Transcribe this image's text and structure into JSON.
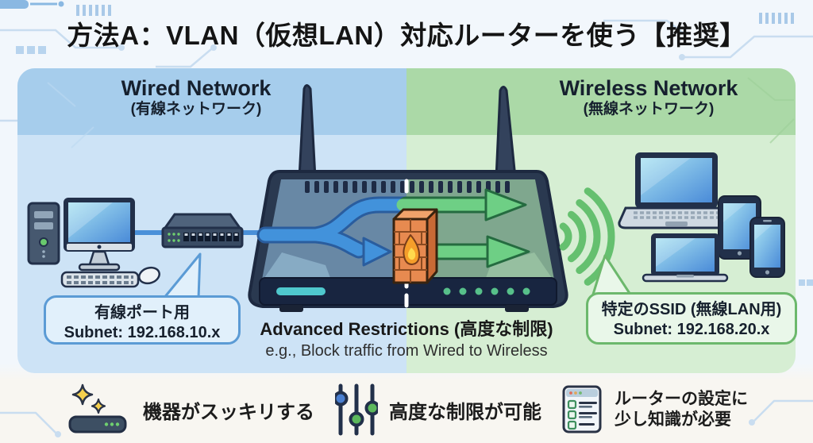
{
  "title": "方法A：VLAN（仮想LAN）対応ルーターを使う【推奨】",
  "panels": {
    "wired": {
      "title_en": "Wired Network",
      "title_ja": "(有線ネットワーク)"
    },
    "wireless": {
      "title_en": "Wireless Network",
      "title_ja": "(無線ネットワーク)"
    }
  },
  "callouts": {
    "wired": {
      "line1": "有線ポート用",
      "line2": "Subnet: 192.168.10.x"
    },
    "wireless": {
      "line1": "特定のSSID (無線LAN用)",
      "line2": "Subnet: 192.168.20.x"
    }
  },
  "restrictions": {
    "line1": "Advanced Restrictions (高度な制限)",
    "line2": "e.g., Block traffic from Wired to Wireless"
  },
  "benefits": [
    {
      "icon": "sparkles-device-icon",
      "label": "機器がスッキリする"
    },
    {
      "icon": "sliders-icon",
      "label": "高度な制限が可能"
    },
    {
      "icon": "settings-window-icon",
      "line1": "ルーターの設定に",
      "line2": "少し知識が必要"
    }
  ],
  "colors": {
    "wired_accent": "#4a90d9",
    "wireless_accent": "#6ecf85",
    "panel_wired_bg": "#cde3f6",
    "panel_wired_header": "#a6cdec",
    "panel_wireless_bg": "#d6eed3",
    "panel_wireless_header": "#abd9a7",
    "router_body": "#2a3950",
    "firewall_brick": "#e78a50",
    "led_green": "#57c08a",
    "status_teal": "#4fc8cd"
  }
}
